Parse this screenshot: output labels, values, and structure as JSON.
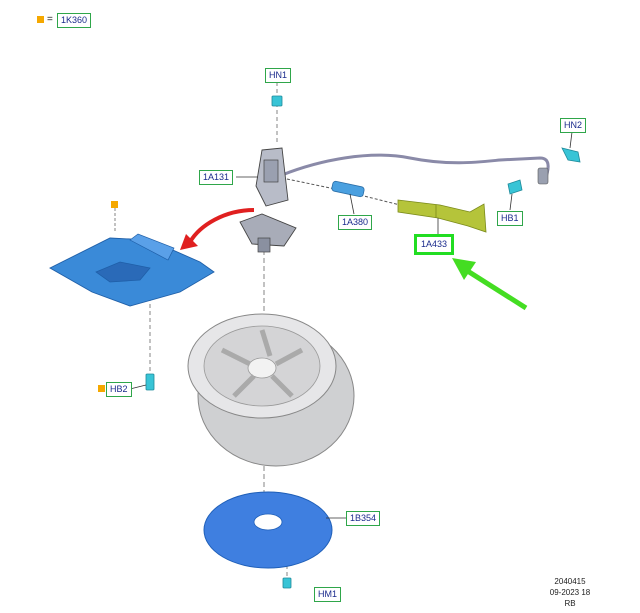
{
  "legend": {
    "equals": "=",
    "code": "1K360",
    "marker_color": "#f5a800"
  },
  "labels": {
    "hn1": "HN1",
    "hn2": "HN2",
    "a131": "1A131",
    "a380": "1A380",
    "a433": "1A433",
    "hb1": "HB1",
    "hb2": "HB2",
    "b354": "1B354",
    "hm1": "HM1"
  },
  "footer": {
    "line1": "2040415",
    "line2": "09-2023 18",
    "line3": "RB"
  },
  "colors": {
    "bracket": "#3a8ad8",
    "pan": "#3f7fe0",
    "wheel": "#d8d8d8",
    "cable": "#8a8aa8",
    "handle": "#b5c43a",
    "fastener": "#38c4d6",
    "callout_arrow": "#44dd22",
    "motion_arrow": "#e02020",
    "label_text": "#1a2a8c",
    "label_border": "#2fa64a"
  }
}
